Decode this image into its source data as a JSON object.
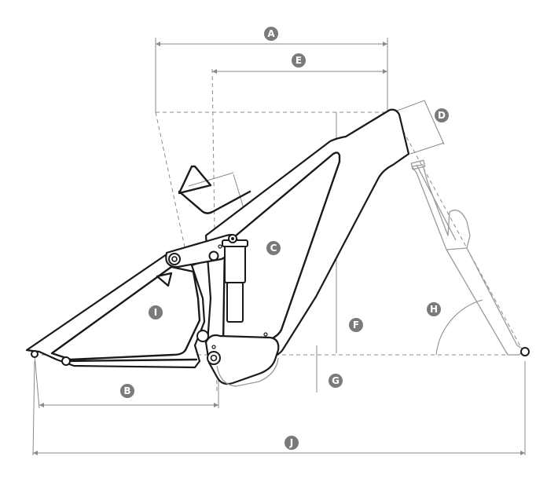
{
  "dimensions": [
    {
      "key": "a",
      "label": "A"
    },
    {
      "key": "b",
      "label": "B"
    },
    {
      "key": "c",
      "label": "C"
    },
    {
      "key": "d",
      "label": "D"
    },
    {
      "key": "e",
      "label": "E"
    },
    {
      "key": "f",
      "label": "F"
    },
    {
      "key": "g",
      "label": "G"
    },
    {
      "key": "h",
      "label": "H"
    },
    {
      "key": "i",
      "label": "I"
    },
    {
      "key": "j",
      "label": "J"
    }
  ],
  "colors": {
    "frame_line": "#1a1a1a",
    "guide_line": "#8a8a8a",
    "badge_fill": "#7a7a7a",
    "badge_text": "#ffffff",
    "background": "#ffffff"
  }
}
